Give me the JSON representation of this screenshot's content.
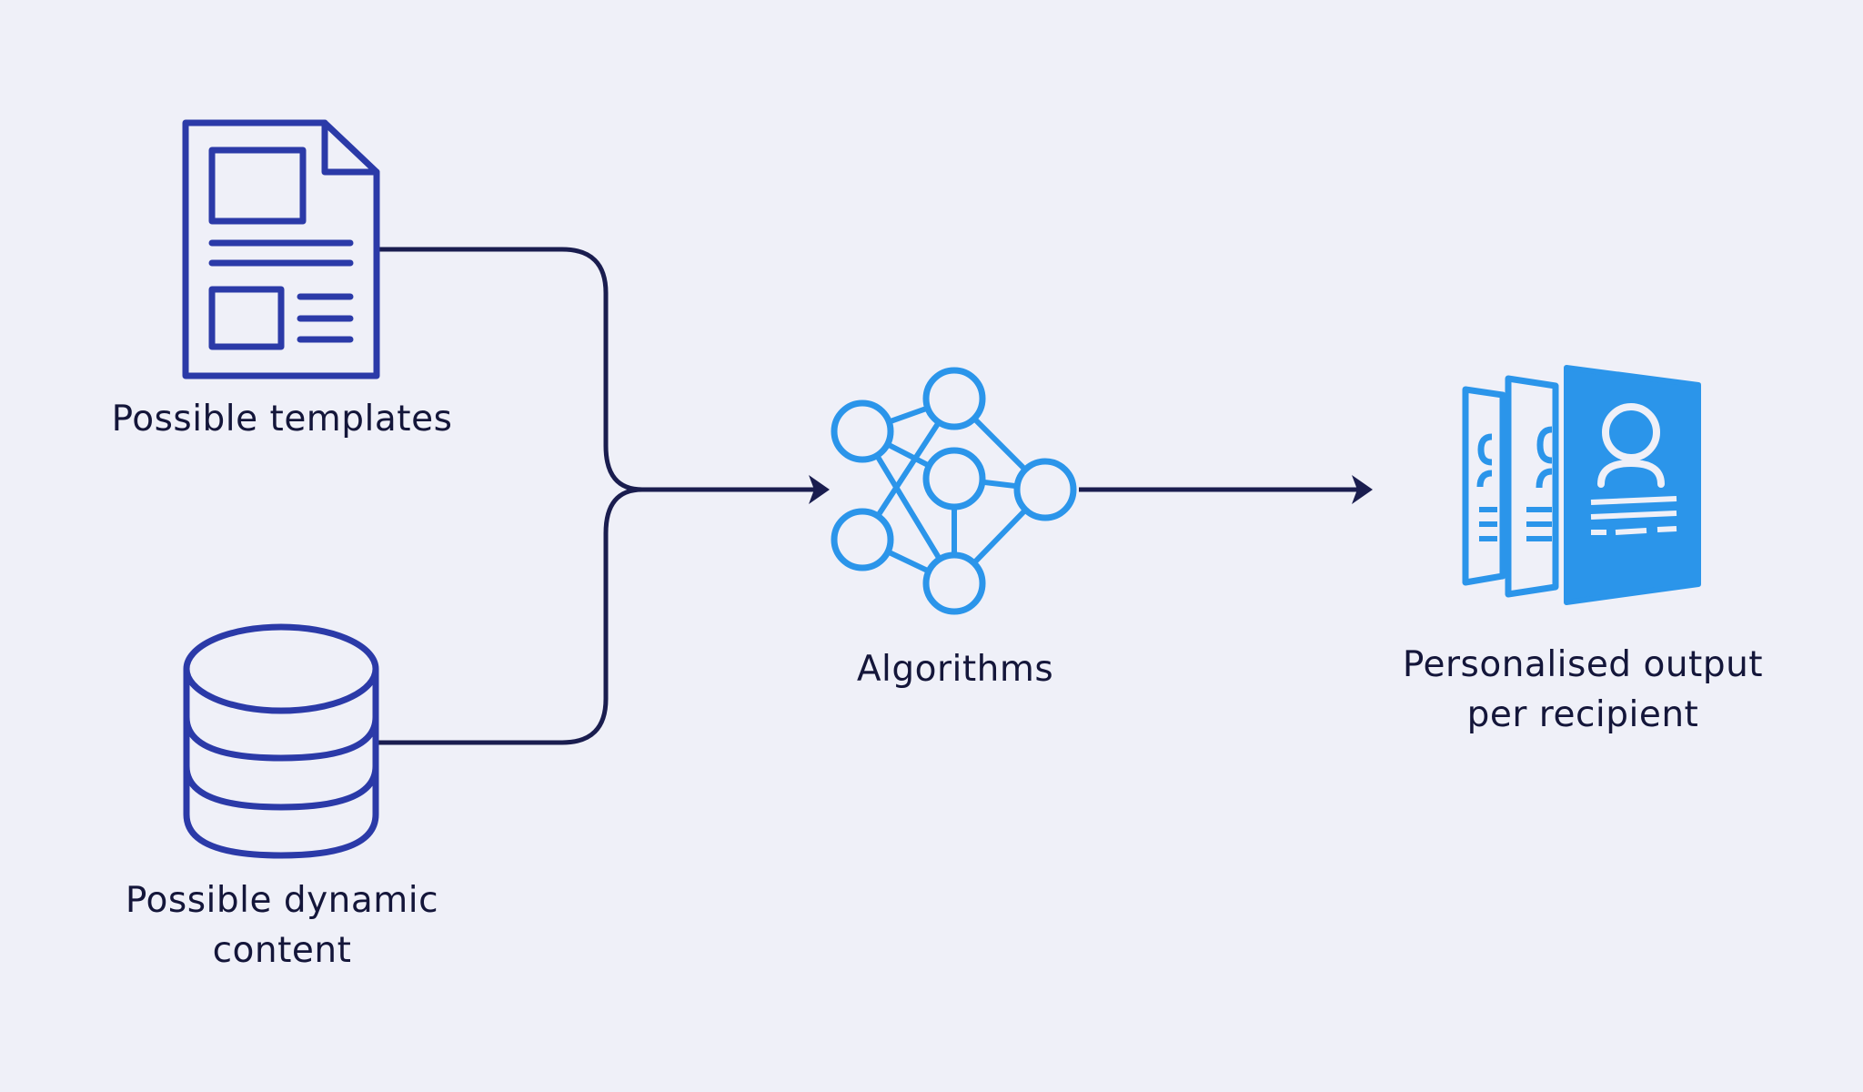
{
  "nodes": {
    "templates": {
      "label": "Possible templates",
      "icon": "document-template-icon"
    },
    "dynamic_content": {
      "label_lines": [
        "Possible dynamic",
        "content"
      ],
      "icon": "database-icon"
    },
    "algorithms": {
      "label": "Algorithms",
      "icon": "neural-network-icon"
    },
    "output": {
      "label_lines": [
        "Personalised output",
        "per recipient"
      ],
      "icon": "personalised-documents-icon"
    }
  },
  "colors": {
    "background": "#eff0f8",
    "input_icons": "#2b3aa8",
    "process_icons": "#2b95ea",
    "connectors": "#1a1d4f",
    "text": "#14163a"
  }
}
